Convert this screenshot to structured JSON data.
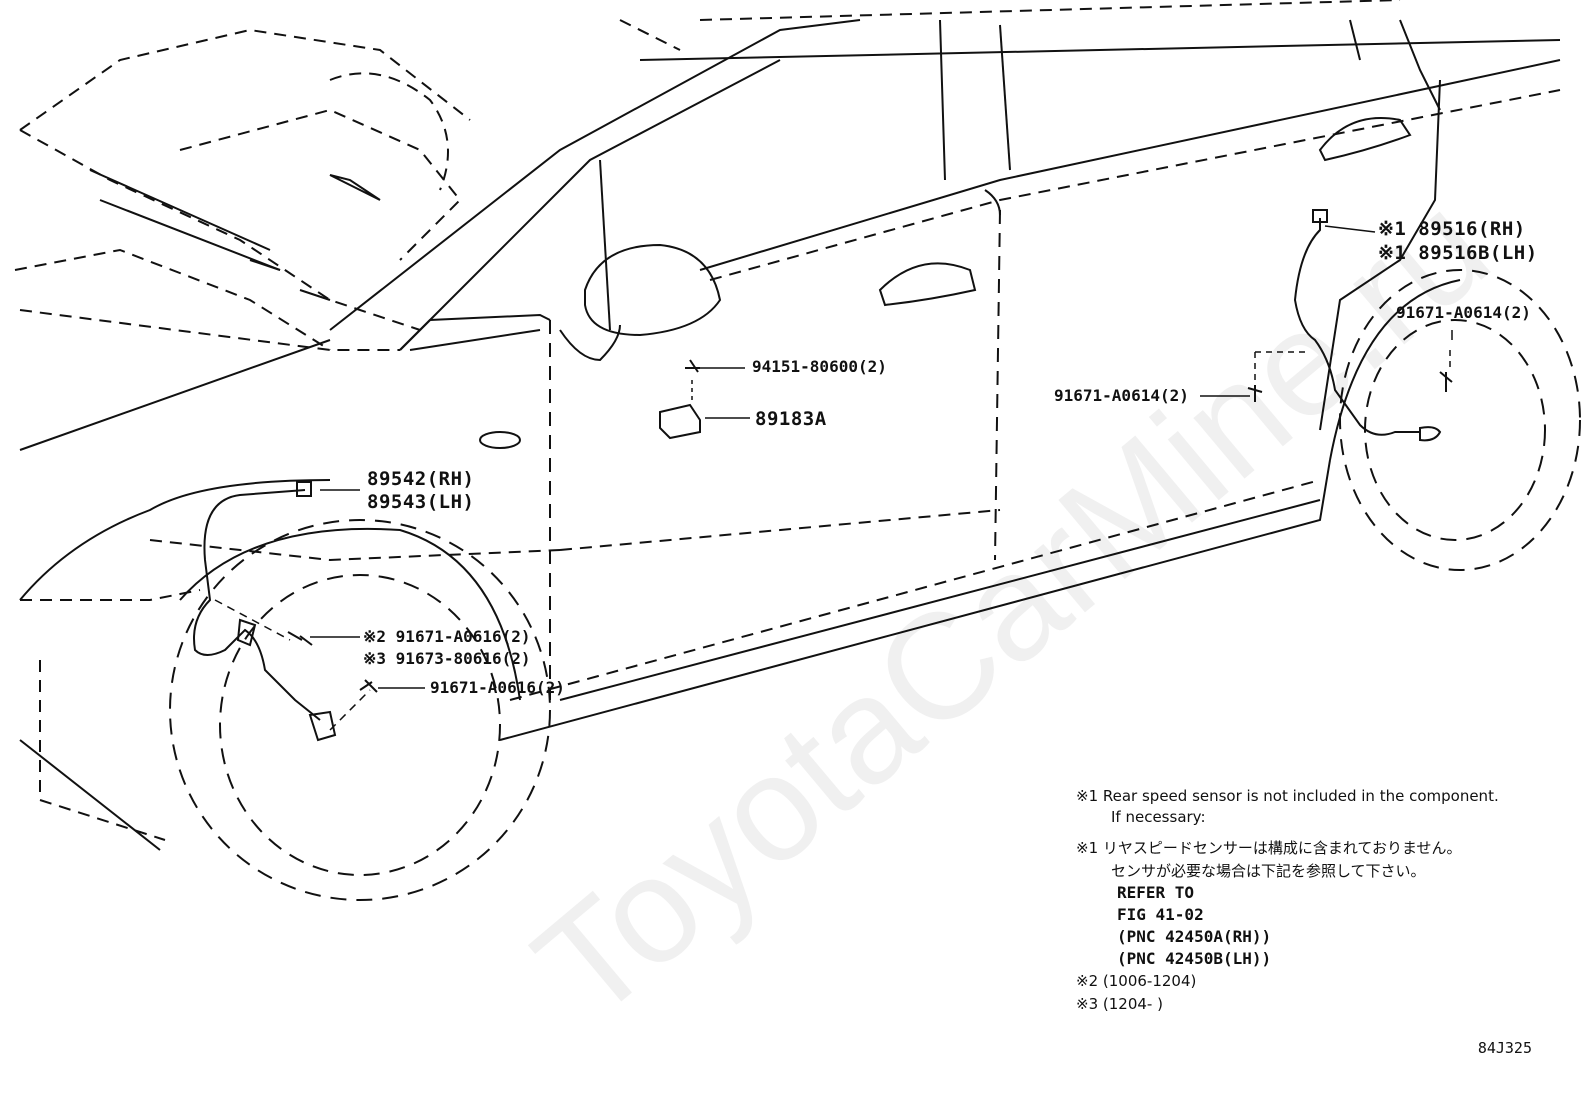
{
  "watermark": "ToyotaCarMine.ru",
  "callouts": {
    "sensor_front_rh": "89542(RH)",
    "sensor_front_lh": "89543(LH)",
    "bolt_front_1": "※2 91671-A0616(2)",
    "bolt_front_2": "※3 91673-80616(2)",
    "bolt_front_3": "91671-A0616(2)",
    "nut_center": "94151-80600(2)",
    "part_center": "89183A",
    "sensor_rear_rh": "※1 89516(RH)",
    "sensor_rear_lh": "※1 89516B(LH)",
    "bolt_rear_right": "91671-A0614(2)",
    "bolt_rear_left": "91671-A0614(2)"
  },
  "notes": {
    "en_line1": "※1 Rear speed sensor is not included in the component.",
    "en_line2": "If necessary:",
    "jp_line1": "※1 リヤスピードセンサーは構成に含まれておりません。",
    "jp_line2": "センサが必要な場合は下記を参照して下さい。",
    "refer_1": "REFER TO",
    "refer_2": "FIG 41-02",
    "refer_3": "(PNC 42450A(RH))",
    "refer_4": "(PNC 42450B(LH))",
    "date_2": "※2 (1006-1204)",
    "date_3": "※3 (1204-      )"
  },
  "figure_code": "84J325"
}
